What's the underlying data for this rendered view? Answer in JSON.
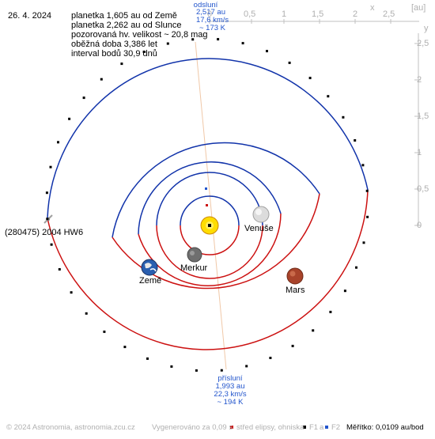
{
  "date": "26. 4. 2024",
  "info": [
    "planetka 1,605 au od Země",
    "planetka 2,262 au od Slunce",
    "pozorovaná hv. velikost ~ 20,8 mag",
    "oběžná doba 3,386 let",
    "interval bodů 30,9 dnů"
  ],
  "aphelion": {
    "title": "odsluní",
    "dist": "2,517 au",
    "speed": "17,6 km/s",
    "temp": "~ 173 K"
  },
  "perihelion": {
    "title": "přísluní",
    "dist": "1,993 au",
    "speed": "22,3 km/s",
    "temp": "~ 194 K"
  },
  "asteroid_label": "(280475) 2004 HW6",
  "planets": {
    "venus": "Venuše",
    "earth": "Země",
    "mercury": "Merkur",
    "mars": "Mars"
  },
  "scale": {
    "x_ticks": [
      "0",
      "0,5",
      "1",
      "1,5",
      "2",
      "2,5"
    ],
    "x_name": "x",
    "unit": "[au]",
    "y_ticks": [
      "2,5",
      "2",
      "1,5",
      "1",
      "0,5",
      "0"
    ],
    "y_name": "y"
  },
  "footer": {
    "copyright": "© 2024 Astronomia, astronomia.zcu.cz",
    "generated": "Vygenerováno za 0,09 s",
    "legend_center": "střed elipsy, ohniska",
    "legend_f1": "F1",
    "legend_a": "a",
    "legend_f2": "F2",
    "scale_text": "Měřítko: 0,0109 au/bod"
  },
  "colors": {
    "orbit_above": "#cc1111",
    "orbit_below": "#1133aa",
    "apsis_line": "#f0c8a8",
    "sun": "#ffd000",
    "axis_text": "#b0b0b0",
    "label_blue": "#2255cc"
  }
}
